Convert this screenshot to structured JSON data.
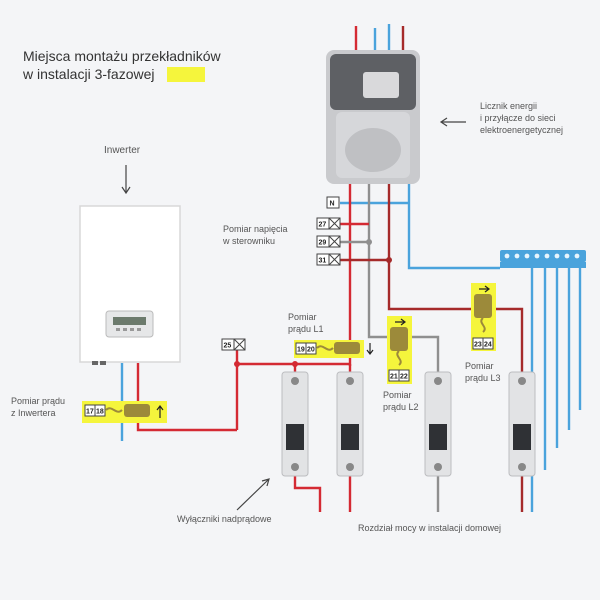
{
  "title_line1": "Miejsca montażu przekładników",
  "title_line2": "w instalacji 3-fazowej",
  "labels": {
    "inverter": "Inwerter",
    "meter_line1": "Licznik energii",
    "meter_line2": "i przyłącze do sieci",
    "meter_line3": "elektroenergetycznej",
    "voltage_line1": "Pomiar napięcia",
    "voltage_line2": "w sterowniku",
    "l1_line1": "Pomiar",
    "l1_line2": "prądu L1",
    "l2_line1": "Pomiar",
    "l2_line2": "prądu L2",
    "l3_line1": "Pomiar",
    "l3_line2": "prądu L3",
    "inv_ct_line1": "Pomiar prądu",
    "inv_ct_line2": "z Inwertera",
    "breakers": "Wyłączniki nadprądowe",
    "distribution": "Rozdział mocy w instalacji domowej"
  },
  "terminals": {
    "n": "N",
    "t27": "27",
    "t29": "29",
    "t31": "31",
    "t25": "25",
    "ct_l1": [
      "19",
      "20"
    ],
    "ct_l2": [
      "21",
      "22"
    ],
    "ct_l3": [
      "23",
      "24"
    ],
    "ct_inv": [
      "17",
      "18"
    ]
  },
  "colors": {
    "red": "#d42a33",
    "blue": "#4aa3dc",
    "gray": "#8f8f8f",
    "darkred": "#a52a2a",
    "yellow": "#f5f53c",
    "ct": "#9c8a3a"
  }
}
